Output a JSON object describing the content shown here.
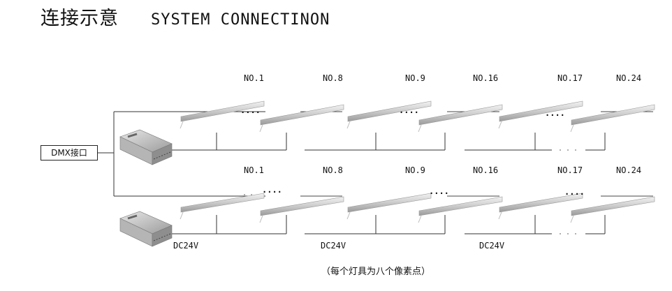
{
  "title": {
    "cn": "连接示意",
    "en": "SYSTEM CONNECTINON"
  },
  "controller": {
    "label": "DMX接口"
  },
  "rows": [
    {
      "fixture_labels": [
        "NO.1",
        "NO.8",
        "NO.9",
        "NO.16",
        "NO.17",
        "NO.24"
      ]
    },
    {
      "fixture_labels": [
        "NO.1",
        "NO.8",
        "NO.9",
        "NO.16",
        "NO.17",
        "NO.24"
      ]
    }
  ],
  "power_labels": [
    "DC24V",
    "DC24V",
    "DC24V"
  ],
  "ellipsis": "....",
  "note": "（每个灯具为八个像素点）"
}
